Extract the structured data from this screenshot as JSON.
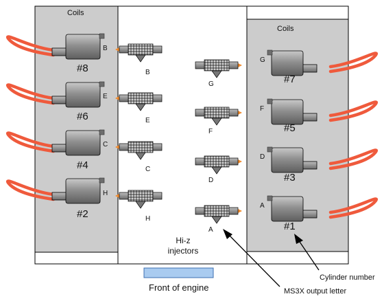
{
  "left_bank": {
    "title": "Coils",
    "coils": [
      {
        "number": "#8",
        "letter": "B"
      },
      {
        "number": "#6",
        "letter": "E"
      },
      {
        "number": "#4",
        "letter": "C"
      },
      {
        "number": "#2",
        "letter": "H"
      }
    ]
  },
  "right_bank": {
    "title": "Coils",
    "coils": [
      {
        "number": "#7",
        "letter": "G"
      },
      {
        "number": "#5",
        "letter": "F"
      },
      {
        "number": "#3",
        "letter": "D"
      },
      {
        "number": "#1",
        "letter": "A"
      }
    ]
  },
  "injectors": {
    "caption_line1": "Hi-z",
    "caption_line2": "injectors",
    "left_column": [
      "B",
      "E",
      "C",
      "H"
    ],
    "right_column": [
      "G",
      "F",
      "D",
      "A"
    ]
  },
  "front_label": "Front of engine",
  "annotations": {
    "cylinder_number": "Cylinder number",
    "output_letter": "MS3X output letter"
  },
  "colors": {
    "bank_fill": "#cccccc",
    "wire": "#ef5a3c",
    "coil_body": "#9a9a9a",
    "front_bar": "#a9cbf0"
  }
}
